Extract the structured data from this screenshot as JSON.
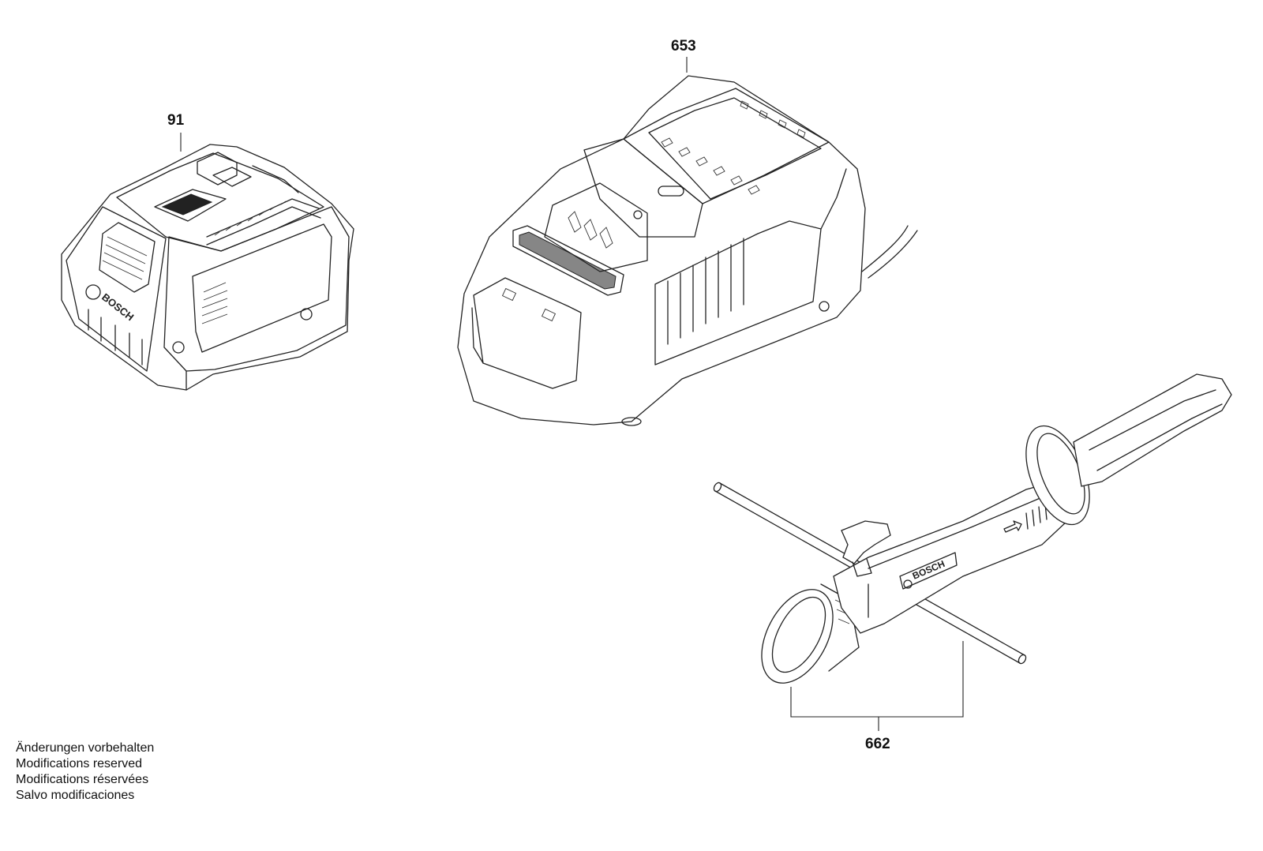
{
  "parts": [
    {
      "id": "91",
      "label": "91"
    },
    {
      "id": "653",
      "label": "653"
    },
    {
      "id": "662",
      "label": "662"
    }
  ],
  "brand_marks": {
    "battery": "BOSCH",
    "handle": "BOSCH"
  },
  "notes": [
    "Änderungen vorbehalten",
    "Modifications reserved",
    "Modifications réservées",
    "Salvo modificaciones"
  ]
}
